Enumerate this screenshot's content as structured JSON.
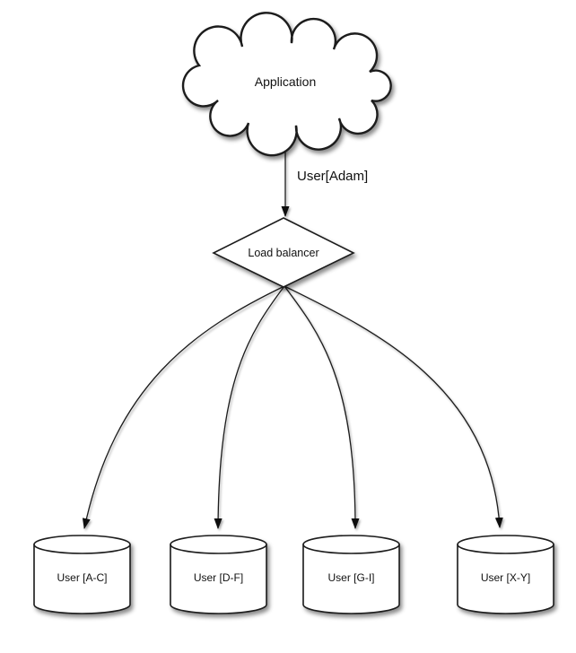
{
  "diagram": {
    "type": "flow-diagram",
    "background": "#ffffff",
    "stroke_color": "#1a1a1a",
    "node_fill": "#ffffff",
    "text_color": "#111111",
    "nodes": [
      {
        "id": "application",
        "shape": "cloud",
        "label": "Application"
      },
      {
        "id": "load-balancer",
        "shape": "diamond",
        "label": "Load balancer"
      },
      {
        "id": "db-ac",
        "shape": "cylinder",
        "label": "User [A-C]"
      },
      {
        "id": "db-df",
        "shape": "cylinder",
        "label": "User [D-F]"
      },
      {
        "id": "db-gi",
        "shape": "cylinder",
        "label": "User [G-I]"
      },
      {
        "id": "db-xy",
        "shape": "cylinder",
        "label": "User [X-Y]"
      }
    ],
    "edges": [
      {
        "from": "application",
        "to": "load-balancer",
        "label": "User[Adam]"
      },
      {
        "from": "load-balancer",
        "to": "db-ac",
        "label": ""
      },
      {
        "from": "load-balancer",
        "to": "db-df",
        "label": ""
      },
      {
        "from": "load-balancer",
        "to": "db-gi",
        "label": ""
      },
      {
        "from": "load-balancer",
        "to": "db-xy",
        "label": ""
      }
    ]
  }
}
